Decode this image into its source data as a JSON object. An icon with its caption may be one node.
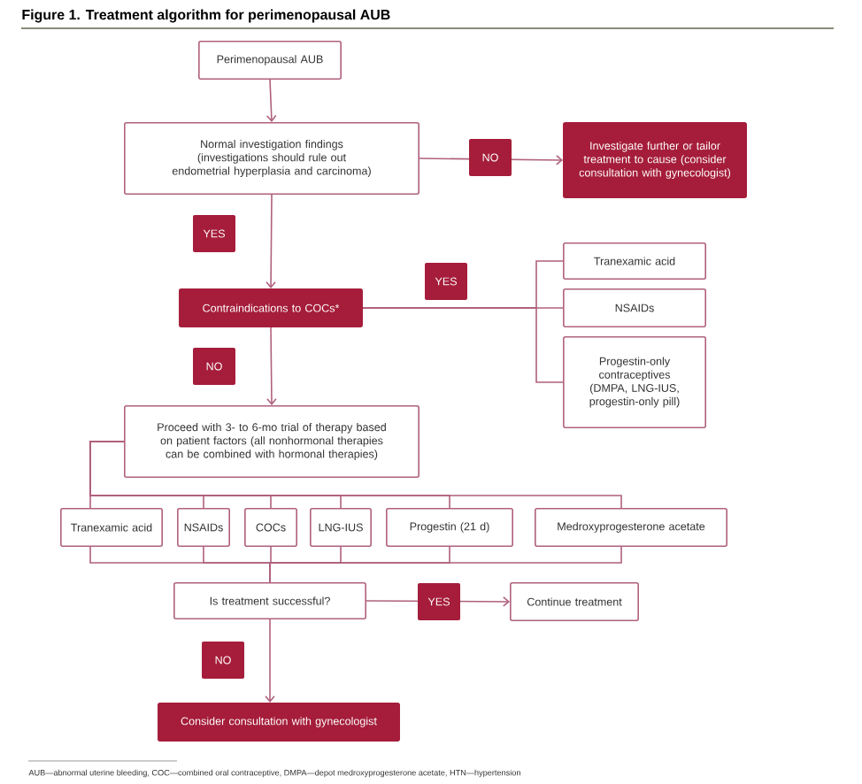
{
  "diagram": {
    "title": "Figure 1. Treatment algorithm for perimenopausal AUB",
    "caption": "AUB—abnormal uterine bleeding, COC—combined oral contraceptive, DMPA—depot medroxyprogesterone acetate, HTN—hypertension",
    "nodes": [
      {
        "text": [
          "Perimenopausal AUB"
        ]
      },
      {
        "text": [
          "Normal investigation findings",
          "(investigations should rule out endometrial hyperplasia and carcinoma)"
        ]
      },
      {
        "text": [
          "Investigate further or tailor treatment to cause (consider consultation with gynecologist)"
        ]
      },
      {
        "text": [
          "Contraindications to COCs*"
        ]
      },
      {
        "text": [
          "Tranexamic acid"
        ]
      },
      {
        "text": [
          "NSAIDs"
        ]
      },
      {
        "text": [
          "Progestin-only contraceptives (DMPA, LNG-IUS, progestin-only pill)"
        ]
      },
      {
        "text": [
          "Proceed with 3- to 6-mo trial of therapy based on patient factors (all nonhormonal therapies can be combined with hormonal therapies)"
        ]
      },
      {
        "text": [
          "Tranexamic acid"
        ]
      },
      {
        "text": [
          "NSAIDs"
        ]
      },
      {
        "text": [
          "COCs"
        ]
      },
      {
        "text": [
          "LNG-IUS"
        ]
      },
      {
        "text": [
          "Progestin (21 d)"
        ]
      },
      {
        "text": [
          "Medroxyprogesterone acetate"
        ]
      },
      {
        "text": [
          "Is treatment successful?"
        ]
      },
      {
        "text": [
          "Continue treatment"
        ]
      },
      {
        "text": [
          "Consider consultation with gynecologist"
        ]
      }
    ],
    "edges": [
      {
        "from": 0,
        "to": 1,
        "arrow": "to"
      },
      {
        "from": 1,
        "to": 2,
        "arrow": "to",
        "label": "NO"
      },
      {
        "from": 1,
        "to": 3,
        "arrow": "to",
        "label": "YES"
      },
      {
        "from": 3,
        "to": 4,
        "arrow": "none",
        "label": "YES"
      },
      {
        "from": 3,
        "to": 5,
        "arrow": "none"
      },
      {
        "from": 3,
        "to": 6,
        "arrow": "none"
      },
      {
        "from": 3,
        "to": 7,
        "arrow": "to",
        "label": "NO"
      },
      {
        "from": 7,
        "to": 8,
        "arrow": "none"
      },
      {
        "from": 7,
        "to": 9,
        "arrow": "none"
      },
      {
        "from": 7,
        "to": 10,
        "arrow": "none"
      },
      {
        "from": 7,
        "to": 11,
        "arrow": "none"
      },
      {
        "from": 7,
        "to": 12,
        "arrow": "none"
      },
      {
        "from": 7,
        "to": 13,
        "arrow": "none"
      },
      {
        "from": 8,
        "to": 14,
        "arrow": "none"
      },
      {
        "from": 9,
        "to": 14,
        "arrow": "none"
      },
      {
        "from": 10,
        "to": 14,
        "arrow": "none"
      },
      {
        "from": 11,
        "to": 14,
        "arrow": "none"
      },
      {
        "from": 12,
        "to": 14,
        "arrow": "none"
      },
      {
        "from": 13,
        "to": 14,
        "arrow": "none"
      },
      {
        "from": 14,
        "to": 15,
        "arrow": "to",
        "label": "YES"
      },
      {
        "from": 14,
        "to": 16,
        "arrow": "to",
        "label": "NO"
      }
    ]
  }
}
